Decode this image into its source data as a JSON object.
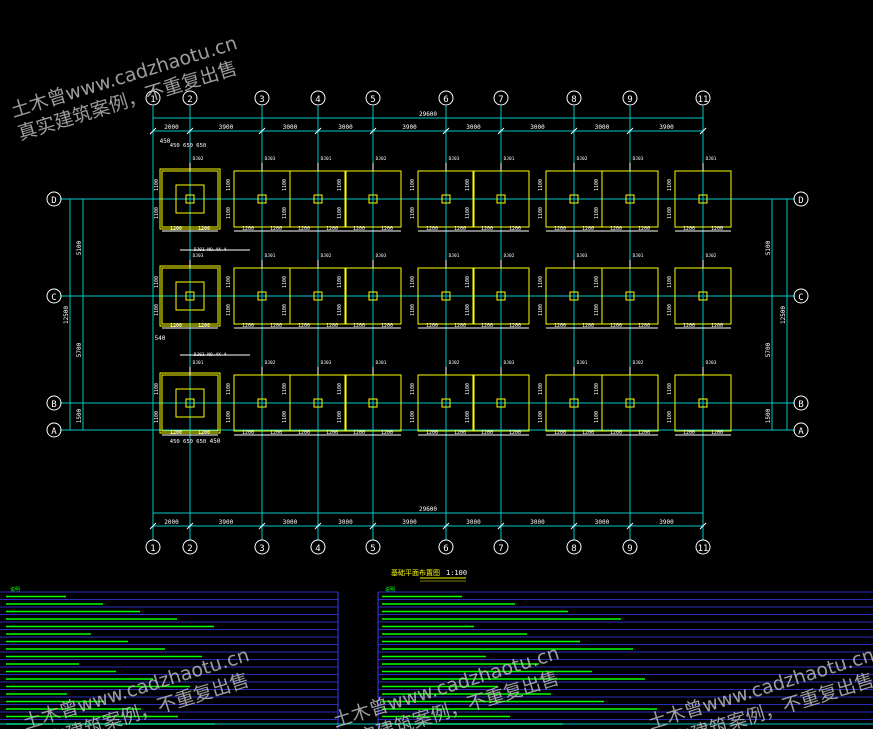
{
  "drawing": {
    "title": "基础平面布置图",
    "scale": "1:100"
  },
  "axes": {
    "vertical": [
      "1",
      "2",
      "3",
      "4",
      "5",
      "6",
      "7",
      "8",
      "9",
      "11"
    ],
    "horizontal": [
      "D",
      "C",
      "B",
      "A"
    ]
  },
  "dimensions": {
    "total_width": "29600",
    "spans": [
      "2000",
      "3900",
      "3000",
      "3000",
      "3900",
      "3000",
      "3000",
      "3000",
      "3900"
    ],
    "right_overall": "12500",
    "left_overall": "12500",
    "dc_span": "5100",
    "cb_span": "5700",
    "ba_span": "1500",
    "footing_half": "1200",
    "footing_half_alt": "1100",
    "edge_offset": "450",
    "pad_dims": [
      "450",
      "650",
      "650"
    ]
  },
  "footing_tags": [
    "DJ01",
    "DJ02",
    "DJ03"
  ],
  "footing_note": "DJ01  NO.4X 4",
  "notes_title": "说明",
  "watermark": {
    "line1": "土木曾www.cadzhaotu.cn",
    "line2": "真实建筑案例，不重复出售"
  },
  "colors": {
    "axis": "#00c8c8",
    "footing": "#ffff00",
    "text": "#ffffff",
    "notes": "#00ff00",
    "table": "#3a3aff"
  }
}
